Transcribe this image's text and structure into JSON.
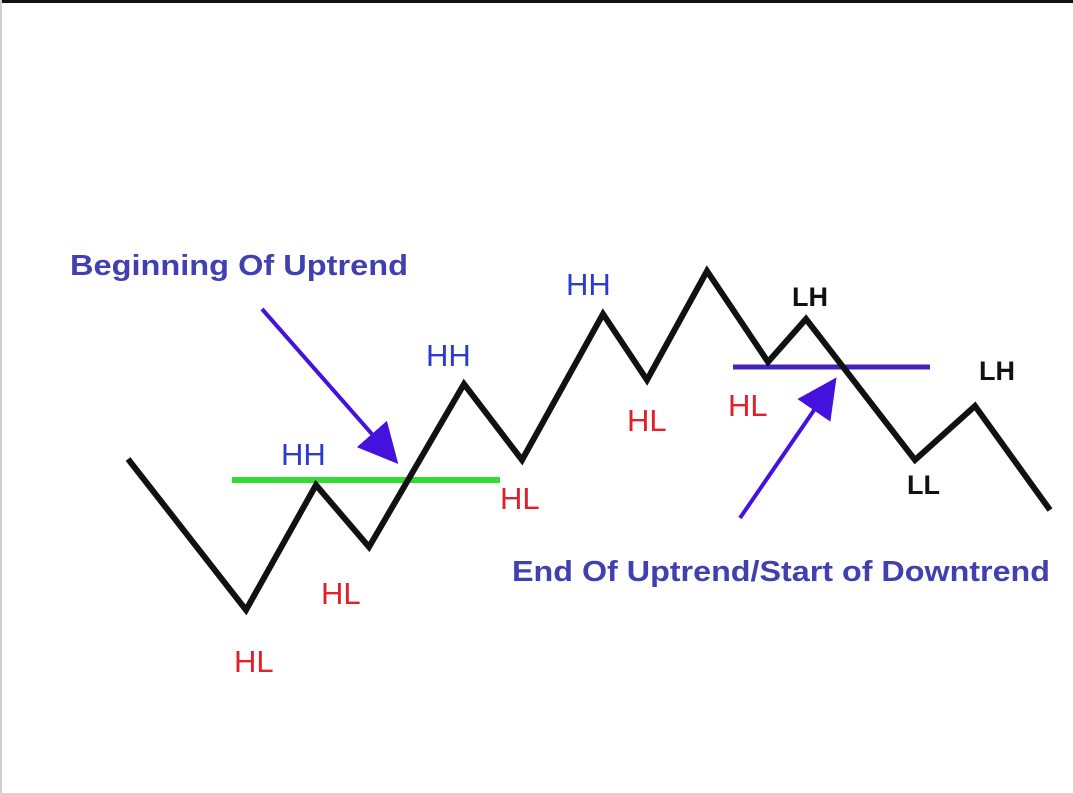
{
  "colors": {
    "price_line": "#111111",
    "uptrend_level": "#33dd33",
    "downtrend_level": "#4422bb",
    "arrow": "#4411dd",
    "higher_high_label": "#2b3bd0",
    "higher_low_label": "#e0202a",
    "lower_label": "#111111",
    "callout_text": "#4040b0"
  },
  "labels": {
    "hl_1": "HL",
    "hl_2": "HL",
    "hh_1": "HH",
    "hl_3": "HL",
    "hh_2": "HH",
    "hl_4": "HL",
    "hh_3": "HH",
    "hl_5": "HL",
    "lh_1": "LH",
    "ll_1": "LL",
    "lh_2": "LH"
  },
  "callouts": {
    "beginning": "Beginning Of Uptrend",
    "end": "End Of Uptrend/Start of Downtrend"
  }
}
